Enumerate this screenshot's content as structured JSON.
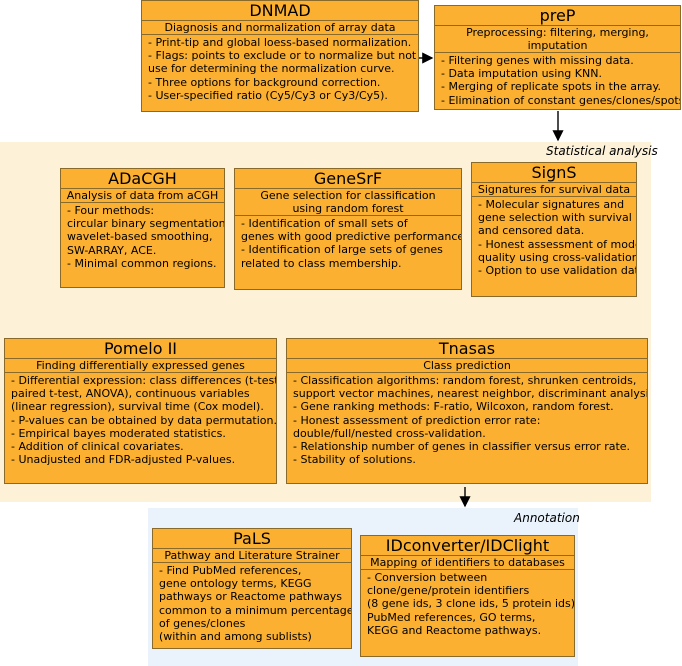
{
  "colors": {
    "box_fill": "#fbb032",
    "box_border": "#8a6a2a",
    "stat_region": "#fdf1d8",
    "annot_region": "#eaf2fb"
  },
  "regions": {
    "statistical": "Statistical analysis",
    "annotation": "Annotation"
  },
  "boxes": {
    "dnmad": {
      "title": "DNMAD",
      "subtitle": "Diagnosis and normalization of array data",
      "lines": [
        "- Print-tip and global loess-based normalization.",
        "- Flags: points to exclude or to normalize but not",
        "use for determining the normalization curve.",
        "- Three options for background correction.",
        "- User-specified ratio (Cy5/Cy3 or Cy3/Cy5)."
      ]
    },
    "prep": {
      "title": "preP",
      "subtitle": "Preprocessing: filtering, merging, imputation",
      "lines": [
        "- Filtering genes with missing data.",
        "- Data imputation using KNN.",
        "- Merging of replicate spots in the array.",
        "- Elimination of constant genes/clones/spots."
      ]
    },
    "adacgh": {
      "title": "ADaCGH",
      "subtitle": "Analysis of data from aCGH",
      "lines": [
        "- Four methods:",
        "circular binary segmentation,",
        "wavelet-based smoothing,",
        "SW-ARRAY, ACE.",
        "- Minimal common regions."
      ]
    },
    "genesrf": {
      "title": "GeneSrF",
      "subtitle_lines": [
        "Gene selection for classification",
        "using random forest"
      ],
      "lines": [
        "- Identification of small sets of",
        "genes with good predictive performance.",
        "- Identification of large sets of genes",
        "related to class membership."
      ]
    },
    "signs": {
      "title": "SignS",
      "subtitle": "Signatures for survival data",
      "lines": [
        "- Molecular signatures and",
        "gene selection with survival",
        "and censored data.",
        "- Honest assessment of model",
        "quality using cross-validation.",
        "- Option to use validation data."
      ]
    },
    "pomelo": {
      "title": "Pomelo II",
      "subtitle": "Finding differentially expressed genes",
      "lines": [
        "- Differential expression:  class differences (t-test,",
        "paired t-test, ANOVA), continuous variables",
        "(linear regression), survival time (Cox model).",
        "- P-values can be obtained by data  permutation.",
        "- Empirical bayes moderated statistics.",
        "- Addition of clinical covariates.",
        "- Unadjusted and FDR-adjusted P-values."
      ]
    },
    "tnasas": {
      "title": "Tnasas",
      "subtitle": "Class prediction",
      "lines": [
        "- Classification algorithms: random forest, shrunken centroids,",
        "support vector machines, nearest neighbor, discriminant analysis.",
        "- Gene ranking methods: F-ratio, Wilcoxon, random forest.",
        "- Honest assessment of prediction error rate:",
        "double/full/nested cross-validation.",
        "- Relationship number of genes in classifier versus error rate.",
        "- Stability of solutions."
      ]
    },
    "pals": {
      "title": "PaLS",
      "subtitle": "Pathway and Literature Strainer",
      "lines": [
        "- Find PubMed references,",
        " gene  ontology terms, KEGG",
        "pathways or Reactome pathways",
        "common to a minimum percentage",
        "of genes/clones",
        "(within and among sublists)"
      ]
    },
    "idconverter": {
      "title": "IDconverter/IDClight",
      "subtitle": "Mapping of identifiers to databases",
      "lines": [
        "- Conversion between",
        "clone/gene/protein identifiers",
        "(8 gene ids, 3 clone ids, 5 protein ids),",
        "PubMed references, GO terms,",
        "KEGG and Reactome pathways."
      ]
    }
  }
}
